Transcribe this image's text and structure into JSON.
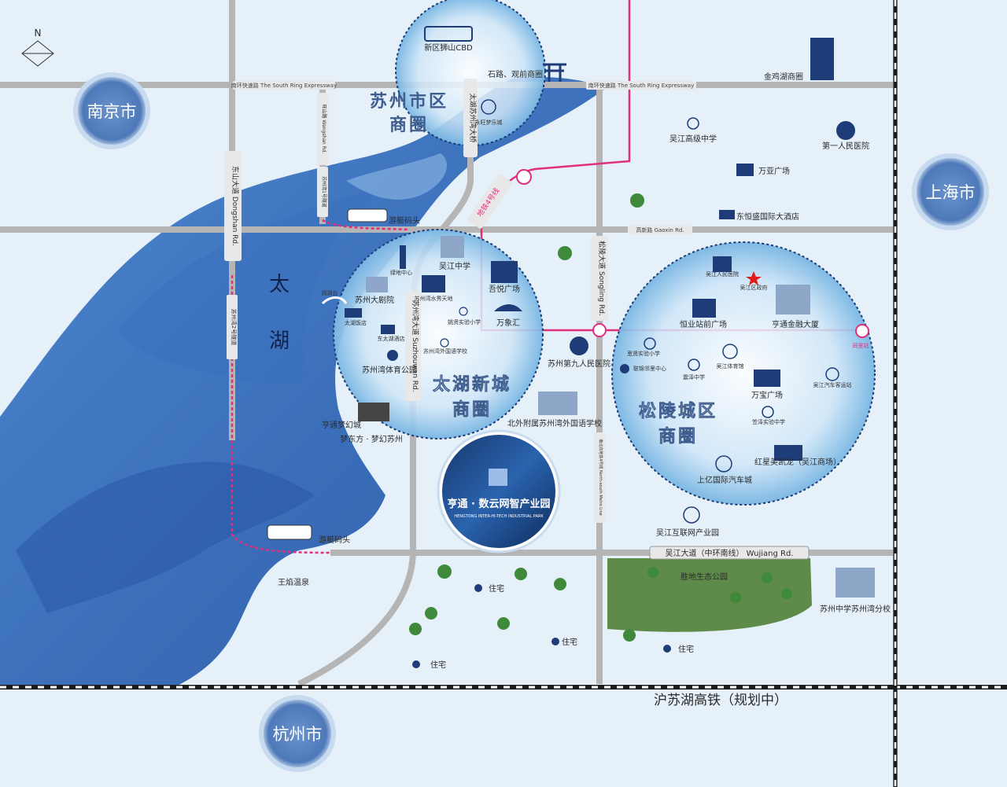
{
  "compass": {
    "north": "N"
  },
  "cities": {
    "nanjing": "南京市",
    "shanghai": "上海市",
    "hangzhou": "杭州市"
  },
  "lake": {
    "char1": "太",
    "char2": "湖"
  },
  "districts": {
    "suzhou_city": {
      "line1": "苏州市区",
      "line2": "商圈"
    },
    "taihu_newcity": {
      "line1": "太湖新城",
      "line2": "商圈"
    },
    "songling": {
      "line1": "松陵城区",
      "line2": "商圈"
    }
  },
  "park": {
    "name": "亨通 · 数云网智产业园",
    "name_en": "HENGTONG INTER-HI-TECH INDUSTRIAL PARK"
  },
  "roads": {
    "south_ring_left": "南环快速路 The South Ring Expressway",
    "south_ring_right": "南环快速路 The South Ring Expressway",
    "gaoxin": "高新路 Gaoxin Rd.",
    "wujiang": "吴江大道（中环南线） Wujiang Rd.",
    "dongshan": "东山大道 Dongshan Rd.",
    "wangshan": "旺山路 Wangshan Rd.",
    "tunnel1": "苏州湾1号隧道",
    "tunnel2": "苏州湾2号隧道",
    "bridge": "太湖苏州湾大桥",
    "suzhouwan_ave": "苏州湾大道 Suzhouwan Rd.",
    "songling_ave": "松陵大道 Songling Rd.",
    "metro4": "地铁4号线",
    "metro4_south": "南北向地铁4号线 North-south Metro Line",
    "hsr": "沪苏湖高铁（规划中）"
  },
  "places": {
    "lion_cbd": "新区狮山CBD",
    "shilu": "石路、观前商圈",
    "yongle": "永旺梦乐城",
    "jinji": "金鸡湖商圈",
    "wujiang_high": "吴江高级中学",
    "first_hospital": "第一人民医院",
    "wanya": "万亚广场",
    "dongheng": "东恒盛国际大酒店",
    "pier1": "游艇码头",
    "pier2": "游艇码头",
    "wujiang_middle": "吴江中学",
    "green_center": "绿地中心",
    "suzhouwan_water": "苏州湾水秀天地",
    "wuyue": "吾悦广场",
    "wanxiang": "万象汇",
    "qingquan": "苏州大剧院",
    "yuehu": "阅湖台",
    "taihu_hotel": "太湖饭店",
    "dongtai": "东太湖酒店",
    "sports_park": "苏州湾体育公园",
    "yaoxian": "姚贤实验小学",
    "suzhou_foreign": "苏州湾外国语学校",
    "hospital9": "苏州第九人民医院",
    "beiwai": "北外附属苏州湾外国语学校",
    "dream_city": "亨通梦幻城",
    "dream_east": "梦东方 · 梦幻苏州",
    "wujiang_people": "吴江人民医院",
    "wujiang_gov": "吴江区政府",
    "hengyi": "恒业站前广场",
    "hengtong_finance": "亨通金融大厦",
    "tongli": "同里站",
    "siyuan": "思贤实验小学",
    "wujiang_gym": "吴江体育馆",
    "lianjin": "联锦邻里中心",
    "zhenze": "震泽中学",
    "wanbao": "万宝广场",
    "auto_center": "吴江汽车客运站",
    "yuze": "笠泽实验中学",
    "redstar": "红星美凯龙（吴江商场）",
    "shangyi": "上亿国际汽车城",
    "internet_park": "吴江互联网产业园",
    "eco_park": "胜地生态公园",
    "wangyao": "王焰温泉",
    "suzhou_middle": "苏州中学苏州湾分校",
    "res1": "住宅",
    "res2": "住宅",
    "res3": "住宅",
    "res4": "住宅"
  },
  "colors": {
    "background": "#e6f0f8",
    "lake_dark": "#2f5fb0",
    "road": "#b0b0b0",
    "metro": "#e0307c",
    "city_bubble": "#5f88c6",
    "eco": "#5e8a4a"
  }
}
